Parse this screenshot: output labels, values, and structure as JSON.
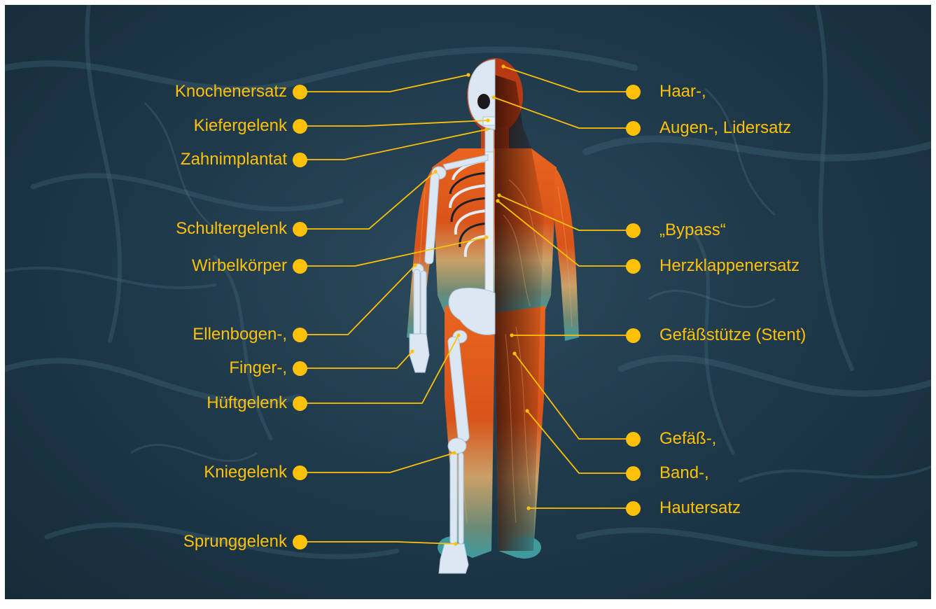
{
  "colors": {
    "accent": "#ffc107",
    "background": "#1f3a4b"
  },
  "left_labels": [
    "Knochenersatz",
    "Kiefergelenk",
    "Zahnimplantat",
    "Schultergelenk",
    "Wirbelkörper",
    "Ellenbogen-,",
    "Finger-,",
    "Hüftgelenk",
    "Kniegelenk",
    "Sprunggelenk"
  ],
  "right_labels": [
    "Haar-,",
    "Augen-, Lidersatz",
    "„Bypass“",
    "Herzklappenersatz",
    "Gefäßstütze (Stent)",
    "Gefäß-,",
    "Band-,",
    "Hautersatz"
  ]
}
